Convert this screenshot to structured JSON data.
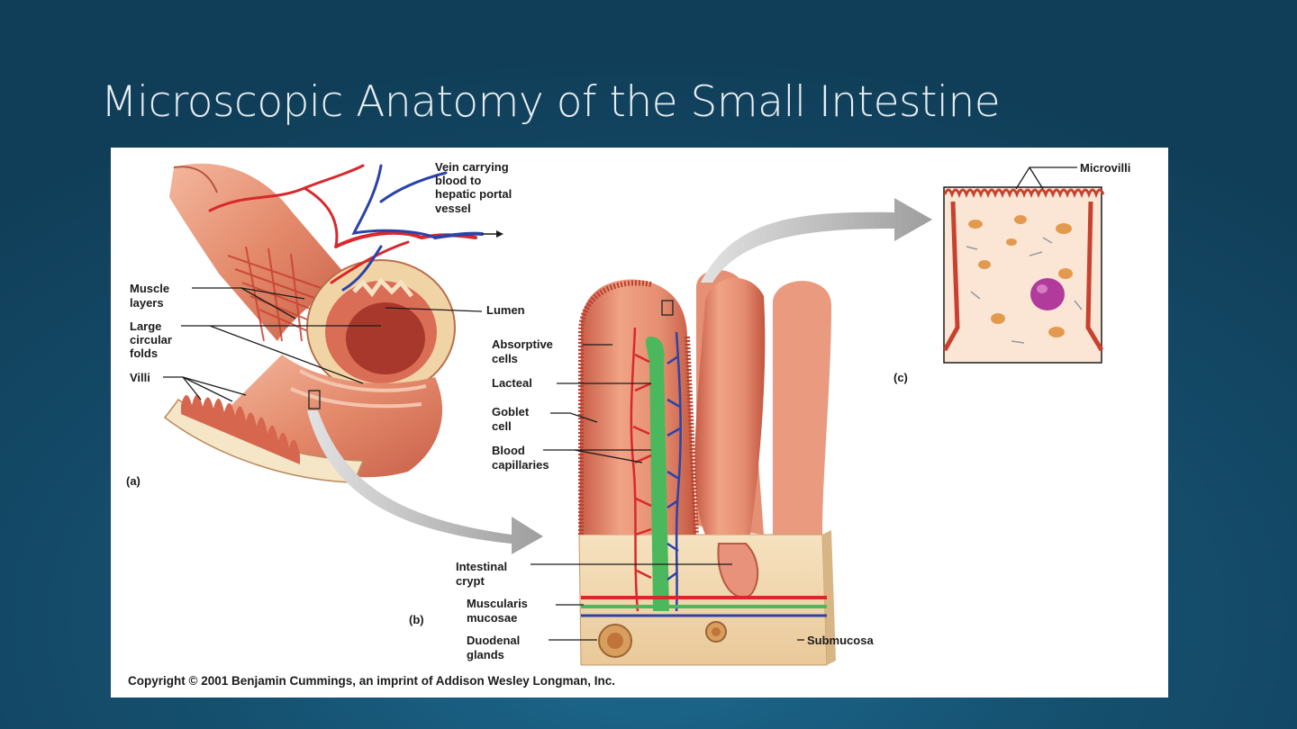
{
  "slide": {
    "title": "Microscopic Anatomy of the Small Intestine"
  },
  "figure": {
    "panel_a": {
      "letter": "(a)",
      "labels": {
        "vein": [
          "Vein carrying",
          "blood to",
          "hepatic portal",
          "vessel"
        ],
        "muscle": [
          "Muscle",
          "layers"
        ],
        "folds": [
          "Large",
          "circular",
          "folds"
        ],
        "villi": "Villi",
        "lumen": "Lumen"
      }
    },
    "panel_b": {
      "letter": "(b)",
      "labels": {
        "absorptive": [
          "Absorptive",
          "cells"
        ],
        "lacteal": "Lacteal",
        "goblet": [
          "Goblet",
          "cell"
        ],
        "blood": [
          "Blood",
          "capillaries"
        ],
        "crypt": [
          "Intestinal",
          "crypt"
        ],
        "muscularis": [
          "Muscularis",
          "mucosae"
        ],
        "duodenal": [
          "Duodenal",
          "glands"
        ],
        "submucosa": "Submucosa"
      }
    },
    "panel_c": {
      "letter": "(c)",
      "labels": {
        "microvilli": "Microvilli"
      }
    },
    "copyright": "Copyright © 2001 Benjamin Cummings, an imprint of Addison Wesley Longman, Inc.",
    "colors": {
      "tissue": "#e99b7c",
      "tissue_dark": "#c5553c",
      "artery": "#d8282c",
      "vein": "#2b43a8",
      "lacteal": "#4cb85d",
      "arrow": "#a9a9a9",
      "cell_nucleus": "#b13b9a"
    }
  }
}
